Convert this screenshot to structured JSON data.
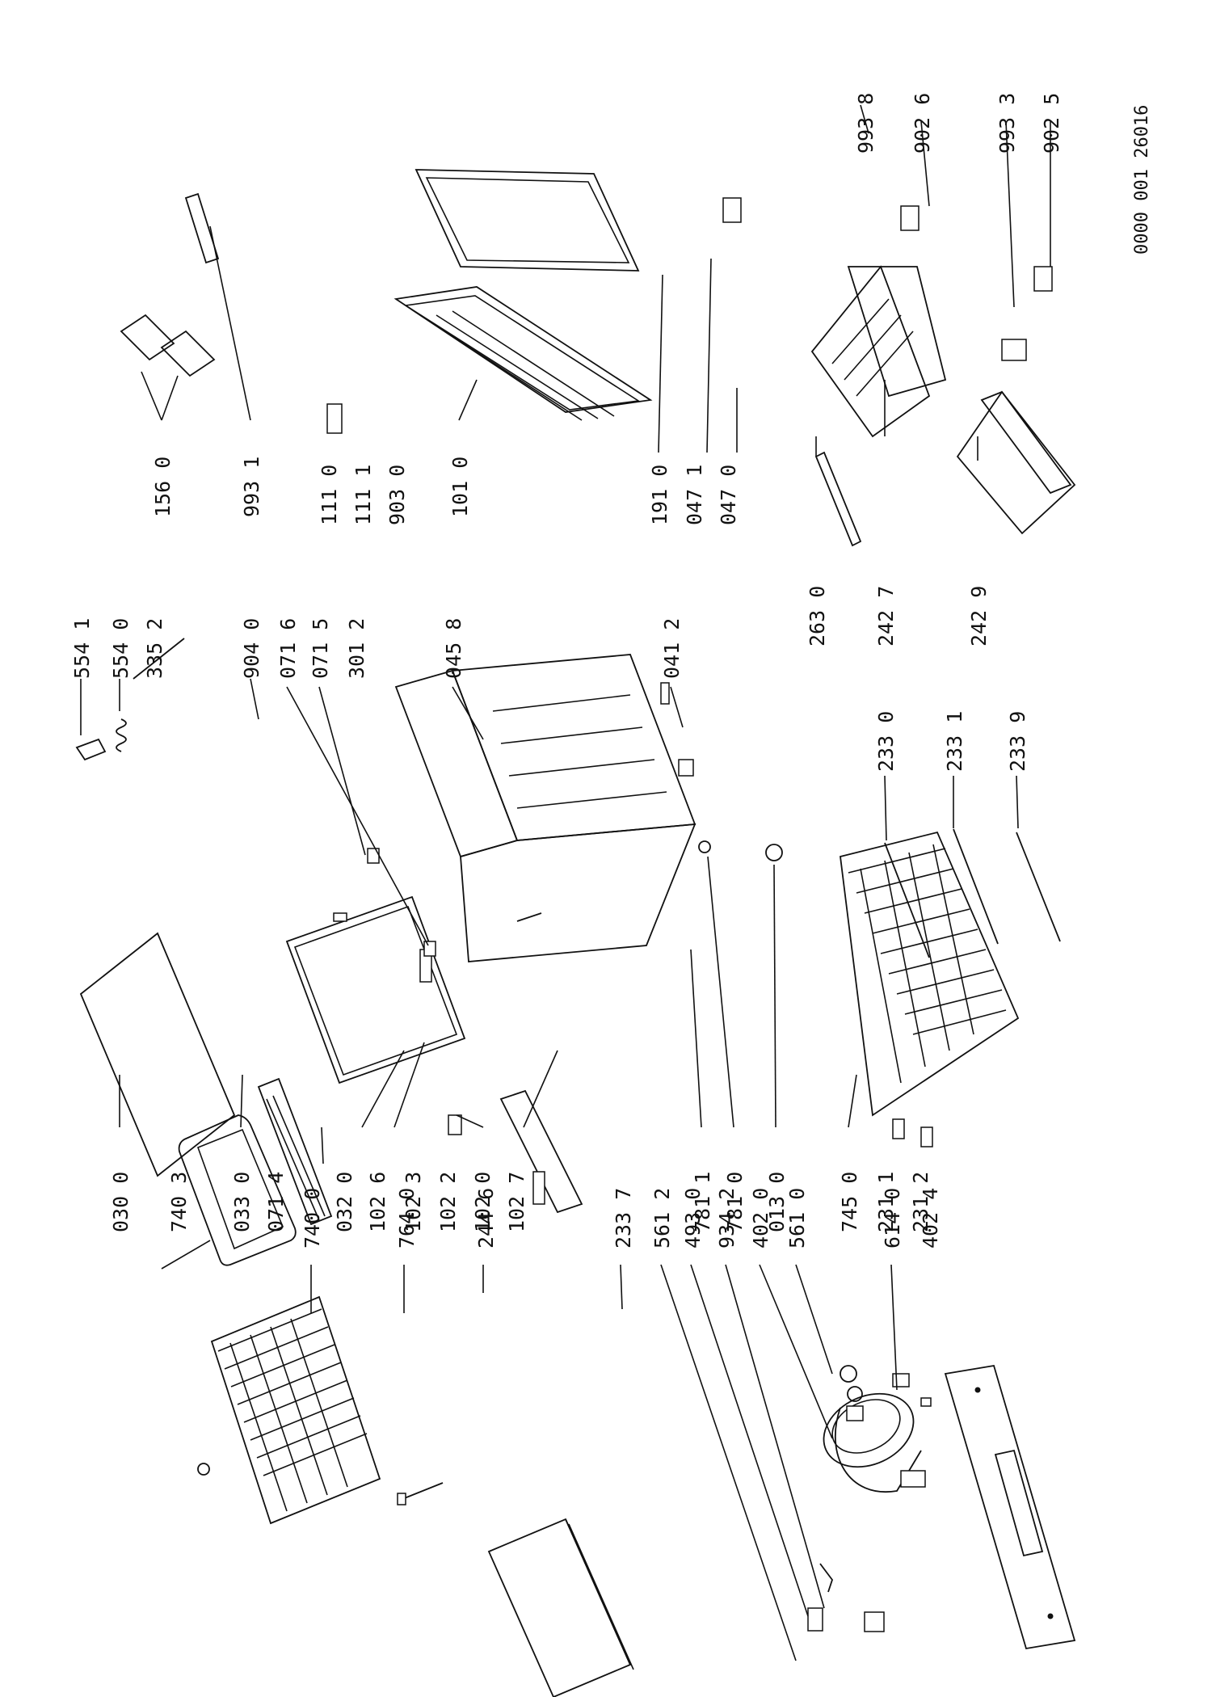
{
  "document_id": "0000 001 26016",
  "callouts": [
    {
      "id": "lbl-7403",
      "text": "740 3"
    },
    {
      "id": "lbl-7400",
      "text": "740 0"
    },
    {
      "id": "lbl-7640",
      "text": "764 0"
    },
    {
      "id": "lbl-2446",
      "text": "244 6"
    },
    {
      "id": "lbl-2337",
      "text": "233 7"
    },
    {
      "id": "lbl-5612",
      "text": "561 2"
    },
    {
      "id": "lbl-4930",
      "text": "493 0"
    },
    {
      "id": "lbl-9342",
      "text": "934 2"
    },
    {
      "id": "lbl-4020",
      "text": "402 0"
    },
    {
      "id": "lbl-5610",
      "text": "561 0"
    },
    {
      "id": "lbl-6140",
      "text": "614 0"
    },
    {
      "id": "lbl-4024",
      "text": "402 4"
    },
    {
      "id": "lbl-0300",
      "text": "030 0"
    },
    {
      "id": "lbl-0330",
      "text": "033 0"
    },
    {
      "id": "lbl-0714",
      "text": "071 4"
    },
    {
      "id": "lbl-0320",
      "text": "032 0"
    },
    {
      "id": "lbl-1026",
      "text": "102 6"
    },
    {
      "id": "lbl-1023",
      "text": "102 3"
    },
    {
      "id": "lbl-1022",
      "text": "102 2"
    },
    {
      "id": "lbl-1020",
      "text": "102 0"
    },
    {
      "id": "lbl-1027",
      "text": "102 7"
    },
    {
      "id": "lbl-7811",
      "text": "781 1"
    },
    {
      "id": "lbl-7810",
      "text": "781 0"
    },
    {
      "id": "lbl-0130",
      "text": "013 0"
    },
    {
      "id": "lbl-7450",
      "text": "745 0"
    },
    {
      "id": "lbl-2311",
      "text": "231 1"
    },
    {
      "id": "lbl-2312",
      "text": "231 2"
    },
    {
      "id": "lbl-5541",
      "text": "554 1"
    },
    {
      "id": "lbl-5540",
      "text": "554 0"
    },
    {
      "id": "lbl-3352",
      "text": "335 2"
    },
    {
      "id": "lbl-9040",
      "text": "904 0"
    },
    {
      "id": "lbl-0716",
      "text": "071 6"
    },
    {
      "id": "lbl-0715",
      "text": "071 5"
    },
    {
      "id": "lbl-3012",
      "text": "301 2"
    },
    {
      "id": "lbl-0458",
      "text": "045 8"
    },
    {
      "id": "lbl-0412",
      "text": "041 2"
    },
    {
      "id": "lbl-2330",
      "text": "233 0"
    },
    {
      "id": "lbl-2331",
      "text": "233 1"
    },
    {
      "id": "lbl-2339",
      "text": "233 9"
    },
    {
      "id": "lbl-2630",
      "text": "263 0"
    },
    {
      "id": "lbl-2427",
      "text": "242 7"
    },
    {
      "id": "lbl-2429",
      "text": "242 9"
    },
    {
      "id": "lbl-1560",
      "text": "156 0"
    },
    {
      "id": "lbl-9931",
      "text": "993 1"
    },
    {
      "id": "lbl-1110",
      "text": "111 0"
    },
    {
      "id": "lbl-1111",
      "text": "111 1"
    },
    {
      "id": "lbl-9030",
      "text": "903 0"
    },
    {
      "id": "lbl-1010",
      "text": "101 0"
    },
    {
      "id": "lbl-1910",
      "text": "191 0"
    },
    {
      "id": "lbl-0471",
      "text": "047 1"
    },
    {
      "id": "lbl-0470",
      "text": "047 0"
    },
    {
      "id": "lbl-9938",
      "text": "993 8"
    },
    {
      "id": "lbl-9026",
      "text": "902 6"
    },
    {
      "id": "lbl-9933",
      "text": "993 3"
    },
    {
      "id": "lbl-9025",
      "text": "902 5"
    }
  ]
}
